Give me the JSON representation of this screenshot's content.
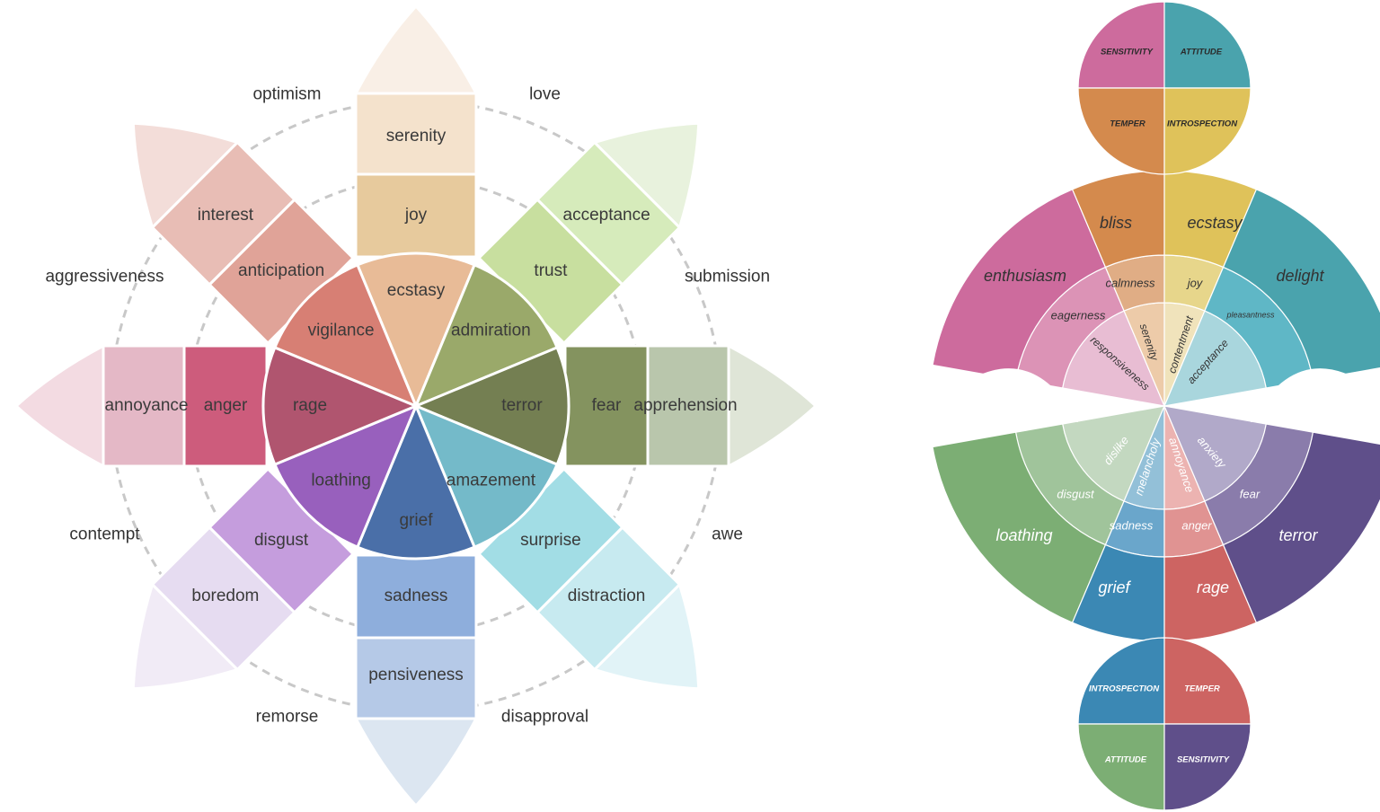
{
  "wheel": {
    "petals": [
      {
        "key": "joy",
        "colors": [
          "#f9efe6",
          "#f4e2cc",
          "#e7ca9d",
          "#e8bb97"
        ],
        "labels": [
          "",
          "serenity",
          "joy",
          "ecstasy"
        ]
      },
      {
        "key": "trust",
        "colors": [
          "#e8f2dd",
          "#d6ebbb",
          "#c8df9f",
          "#9aa96a"
        ],
        "labels": [
          "acceptance",
          "trust",
          "admiration"
        ]
      },
      {
        "key": "fear",
        "colors": [
          "#dfe5d7",
          "#b9c6ac",
          "#84935f",
          "#747f52"
        ],
        "labels": [
          "apprehension",
          "fear",
          "terror"
        ]
      },
      {
        "key": "surprise",
        "colors": [
          "#e1f3f7",
          "#c7eaf0",
          "#a2dde5",
          "#74bac9"
        ],
        "labels": [
          "distraction",
          "surprise",
          "amazement"
        ]
      },
      {
        "key": "sadness",
        "colors": [
          "#dce6f1",
          "#b5c9e7",
          "#8eaedc",
          "#4a6fa8"
        ],
        "labels": [
          "",
          "pensiveness",
          "sadness",
          "grief"
        ]
      },
      {
        "key": "disgust",
        "colors": [
          "#f1ebf6",
          "#e6dcf1",
          "#c59ddd",
          "#9860bd"
        ],
        "labels": [
          "boredom",
          "disgust",
          "loathing"
        ]
      },
      {
        "key": "anger",
        "colors": [
          "#f3dbe2",
          "#e4b8c6",
          "#cd5c7c",
          "#b0556f"
        ],
        "labels": [
          "annoyance",
          "anger",
          "rage"
        ]
      },
      {
        "key": "anticipation",
        "colors": [
          "#f3ddd9",
          "#e8bdb5",
          "#e0a398",
          "#d77f74"
        ],
        "labels": [
          "interest",
          "anticipation",
          "vigilance"
        ]
      }
    ],
    "dyads": [
      "love",
      "submission",
      "awe",
      "disapproval",
      "remorse",
      "contempt",
      "aggressiveness",
      "optimism"
    ]
  },
  "hourglass": {
    "top_circle": [
      {
        "label": "SENSITIVITY",
        "color": "#cd6b9d"
      },
      {
        "label": "ATTITUDE",
        "color": "#4aa3ad"
      },
      {
        "label": "TEMPER",
        "color": "#d48a4d"
      },
      {
        "label": "INTROSPECTION",
        "color": "#dfc25a"
      }
    ],
    "bottom_circle": [
      {
        "label": "INTROSPECTION",
        "color": "#3b88b4"
      },
      {
        "label": "TEMPER",
        "color": "#cd6462"
      },
      {
        "label": "ATTITUDE",
        "color": "#7cae74"
      },
      {
        "label": "SENSITIVITY",
        "color": "#5f4f8a"
      }
    ],
    "upper": {
      "outer": [
        {
          "label": "enthusiasm",
          "color": "#cd6b9d"
        },
        {
          "label": "bliss",
          "color": "#d48a4d"
        },
        {
          "label": "ecstasy",
          "color": "#dfc25a"
        },
        {
          "label": "delight",
          "color": "#4aa3ad"
        }
      ],
      "middle": [
        {
          "label": "eagerness",
          "color": "#dc93b6"
        },
        {
          "label": "calmness",
          "color": "#e0ad85"
        },
        {
          "label": "joy",
          "color": "#e7d68b"
        },
        {
          "label": "pleasantness",
          "color": "#5fb7c6"
        }
      ],
      "inner": [
        {
          "label": "responsiveness",
          "color": "#e8bdd3"
        },
        {
          "label": "serenity",
          "color": "#edcba9"
        },
        {
          "label": "contentment",
          "color": "#f0e3bb"
        },
        {
          "label": "acceptance",
          "color": "#a9d6dd"
        }
      ]
    },
    "lower": {
      "outer": [
        {
          "label": "loathing",
          "color": "#7cae74"
        },
        {
          "label": "grief",
          "color": "#3b88b4"
        },
        {
          "label": "rage",
          "color": "#cd6462"
        },
        {
          "label": "terror",
          "color": "#5f4f8a"
        }
      ],
      "middle": [
        {
          "label": "disgust",
          "color": "#a0c49b"
        },
        {
          "label": "sadness",
          "color": "#6aa6cb"
        },
        {
          "label": "anger",
          "color": "#e09392"
        },
        {
          "label": "fear",
          "color": "#8a7cab"
        }
      ],
      "inner": [
        {
          "label": "dislike",
          "color": "#c3d8c0"
        },
        {
          "label": "melancholy",
          "color": "#93c0d8"
        },
        {
          "label": "annoyance",
          "color": "#ecb3b1"
        },
        {
          "label": "anxiety",
          "color": "#b1a9c9"
        }
      ]
    }
  }
}
